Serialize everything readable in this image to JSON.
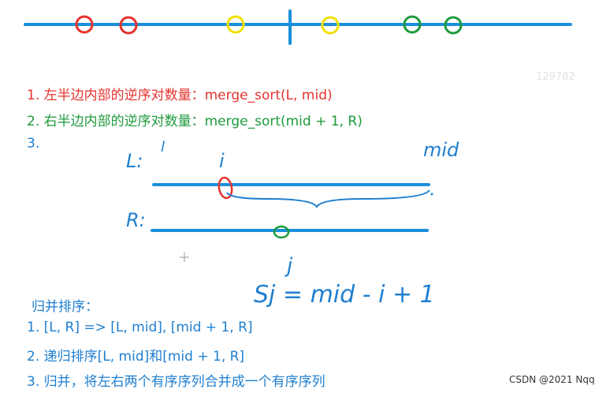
{
  "colors": {
    "line": "#1a8fdc",
    "red": "#e5322d",
    "yellow": "#f0e000",
    "green": "#1e9a3c",
    "handwriting": "#1f7fd0",
    "bracket": "#1f7fd0"
  },
  "steps": [
    "1. 左半边内部的逆序对数量：merge_sort(L, mid)",
    "2. 右半边内部的逆序对数量：merge_sort(mid + 1, R)",
    "3."
  ],
  "handwritten": {
    "left_label": "L:",
    "right_label": "R:",
    "l_mark": "l",
    "i_mark": "i",
    "mid_mark": "mid",
    "j_mark": "j",
    "formula": "Sj = mid - i + 1"
  },
  "merge": {
    "title": "归并排序：",
    "items": [
      "1. [L, R] => [L, mid], [mid + 1, R]",
      "2. 递归排序[L, mid]和[mid + 1, R]",
      "3. 归并，将左右两个有序序列合并成一个有序序列"
    ]
  },
  "faint_number": "129782",
  "watermark": "CSDN @2021 Nqq"
}
